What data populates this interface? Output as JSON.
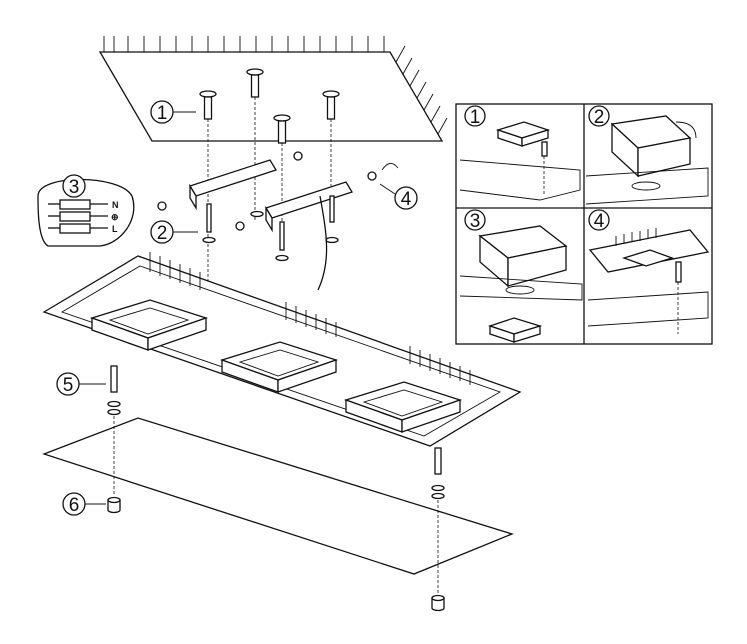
{
  "steps": {
    "s1": "1",
    "s2": "2",
    "s3": "3",
    "s4": "4",
    "s5": "5",
    "s6": "6"
  },
  "inset": {
    "p1": "1",
    "p2": "2",
    "p3": "3",
    "p4": "4"
  },
  "wiring": {
    "n": "N",
    "earth": "⊕",
    "l": "L"
  }
}
